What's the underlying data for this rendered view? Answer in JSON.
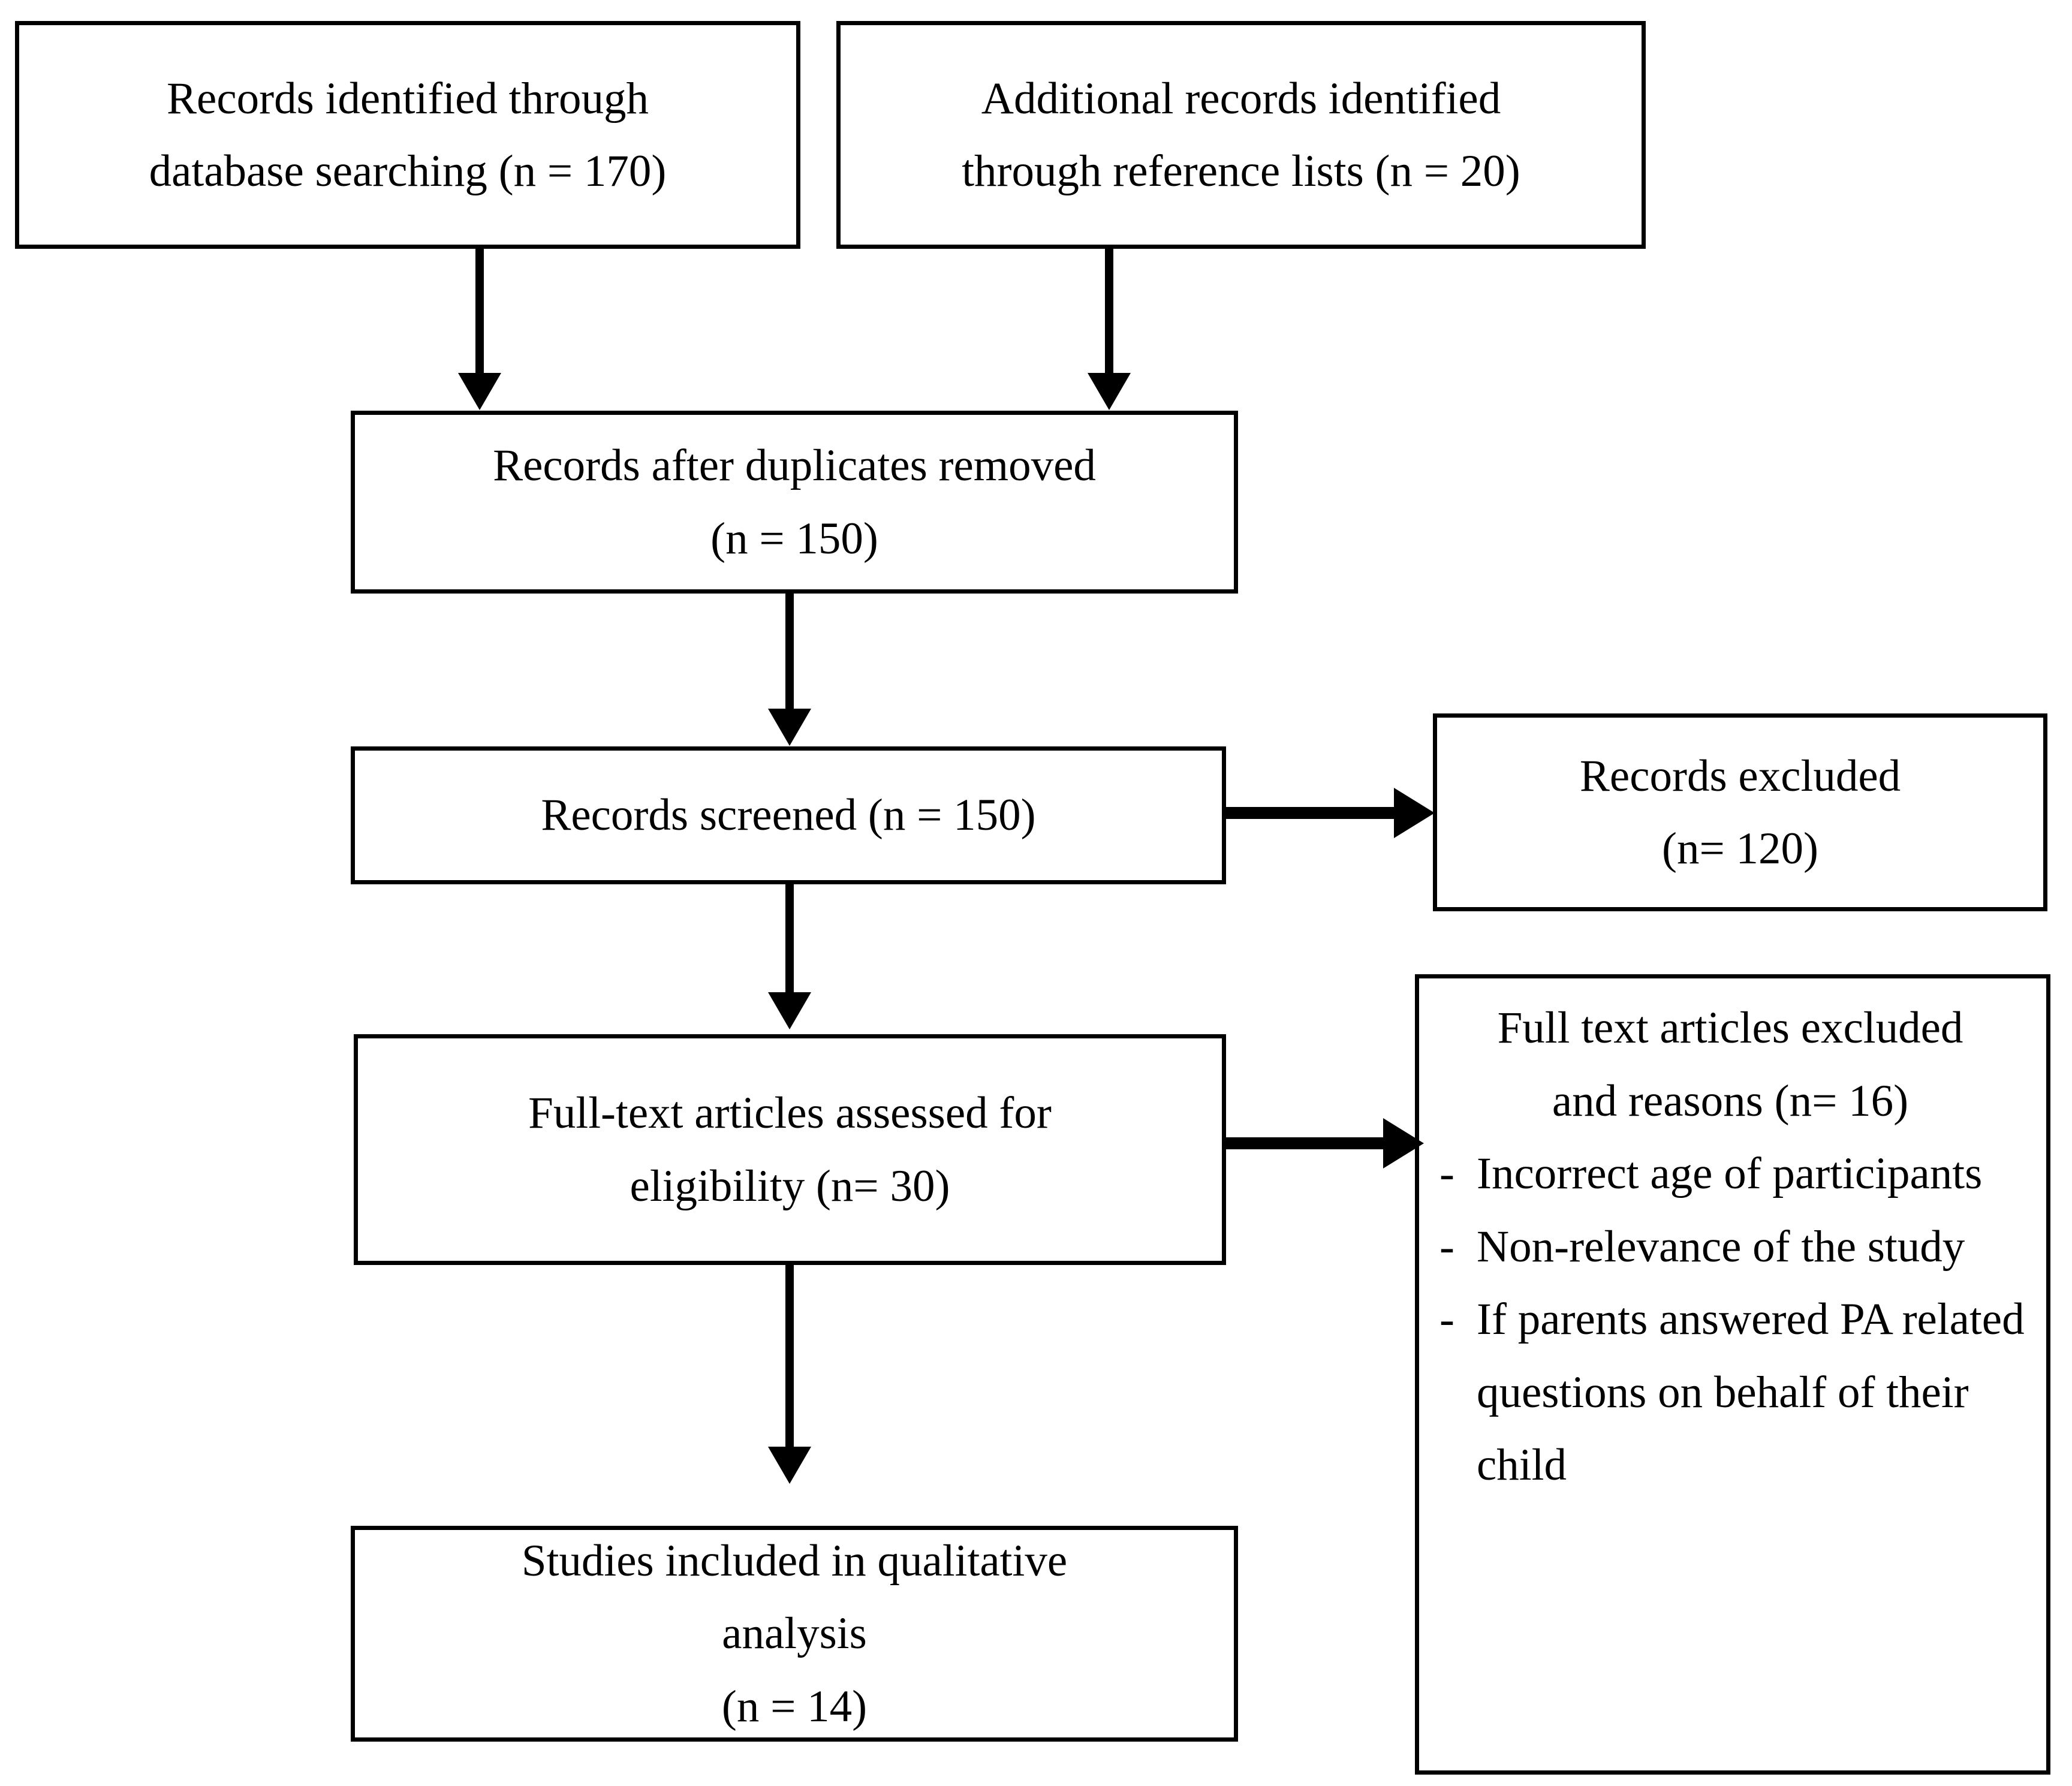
{
  "diagram": {
    "type": "prisma-flow-diagram",
    "nodes": {
      "db_search": {
        "line1": "Records identified through",
        "line2": "database searching (n = 170)",
        "count": 170
      },
      "ref_lists": {
        "line1": "Additional records identified",
        "line2": "through reference lists (n = 20)",
        "count": 20
      },
      "dupes_removed": {
        "line1": "Records after duplicates removed",
        "line2": "(n = 150)",
        "count": 150
      },
      "screened": {
        "line1": "Records screened (n = 150)",
        "count": 150
      },
      "excluded": {
        "line1": "Records excluded",
        "line2": "(n= 120)",
        "count": 120
      },
      "fulltext": {
        "line1": "Full-text articles assessed for",
        "line2": "eligibility (n= 30)",
        "count": 30
      },
      "reasons": {
        "title_line1": "Full text articles excluded",
        "title_line2": "and reasons (n= 16)",
        "count": 16,
        "bullet_marker": "-",
        "items": [
          "Incorrect age of participants",
          "Non-relevance of the study",
          "If parents answered PA related questions on behalf of their child"
        ]
      },
      "included": {
        "line1": "Studies included in qualitative",
        "line2": "analysis",
        "line3": "(n = 14)",
        "count": 14
      }
    },
    "colors": {
      "stroke": "#000000",
      "fill": "#ffffff",
      "text": "#000000"
    }
  }
}
